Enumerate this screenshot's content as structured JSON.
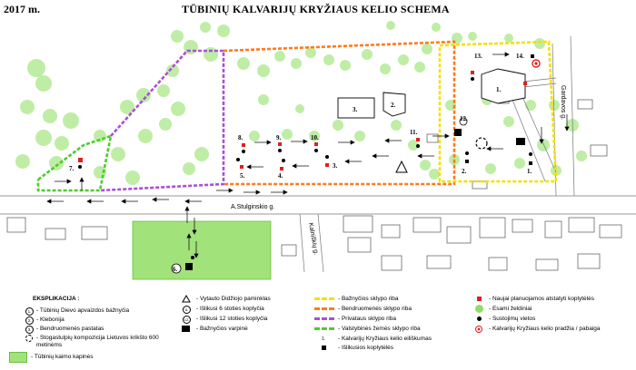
{
  "header": {
    "year": "2017 m.",
    "title": "TŪBINIŲ KALVARIJŲ  KRYŽIAUS KELIO SCHEMA"
  },
  "map": {
    "streets": {
      "stulginskio": "A.Stulginskio g.",
      "gardavos": "Gardavos g.",
      "kalniskiu": "Kalniškių g."
    },
    "buildings": [
      "1.",
      "2.",
      "3."
    ],
    "chapels_labels": [
      "4.",
      "5.",
      "6.",
      "7.",
      "8.",
      "9.",
      "10.",
      "11.",
      "12.",
      "13.",
      "14.",
      "2.",
      "3.",
      "1."
    ],
    "colors": {
      "church_boundary": "#f5e000",
      "community_boundary": "#ff7a1a",
      "private_boundary": "#a84fd8",
      "state_boundary": "#4ecb2e",
      "cemetery_fill": "#a2e27a",
      "trees": "#b9ec9c",
      "new_chapel_marker": "#e21e1e",
      "start_end_marker": "#e21e1e"
    }
  },
  "legend": {
    "heading": "EKSPLIKACIJA :",
    "col1": [
      {
        "num": "1.",
        "text": "- Tūbinių Dievo apvaizdos bažnyčia"
      },
      {
        "num": "2.",
        "text": "- Klebonija"
      },
      {
        "num": "3.",
        "text": "- Bendruomenės pastatas"
      },
      {
        "num": "",
        "text": "- Stogastulpių kompozicija Lietuvos krikšto 600 metinėms"
      },
      {
        "num": "",
        "text": "- Tūbinių kaimo kapinės"
      }
    ],
    "col2": [
      {
        "text": "- Vytauto Didžiojo paminklas"
      },
      {
        "num": "6.",
        "text": "- Išlikusi 6 stoties koplyčia"
      },
      {
        "num": "12.",
        "text": "- Išlikusi 12 stoties koplyčia"
      },
      {
        "text": "- Bažnyčios varpinė"
      }
    ],
    "col3": [
      {
        "text": "- Bažnyčios sklypo riba"
      },
      {
        "text": "- Bendruomenės sklypo riba"
      },
      {
        "text": "- Privataus sklypo riba"
      },
      {
        "text": "- Valstybinės žemės sklypo riba"
      },
      {
        "num": "1.",
        "text": "- Kalvarijų Kryžiaus kelio eiliškumas"
      },
      {
        "text": "- Išlikusios koplytėlės"
      }
    ],
    "col4": [
      {
        "text": "- Naujai planuojamos atstatyti koplytėlės"
      },
      {
        "text": "- Esami želdiniai"
      },
      {
        "text": "- Sustojimų vietos"
      },
      {
        "text": "- Kalvarijų Kryžiaus kelio pradžia / pabaiga"
      }
    ]
  }
}
